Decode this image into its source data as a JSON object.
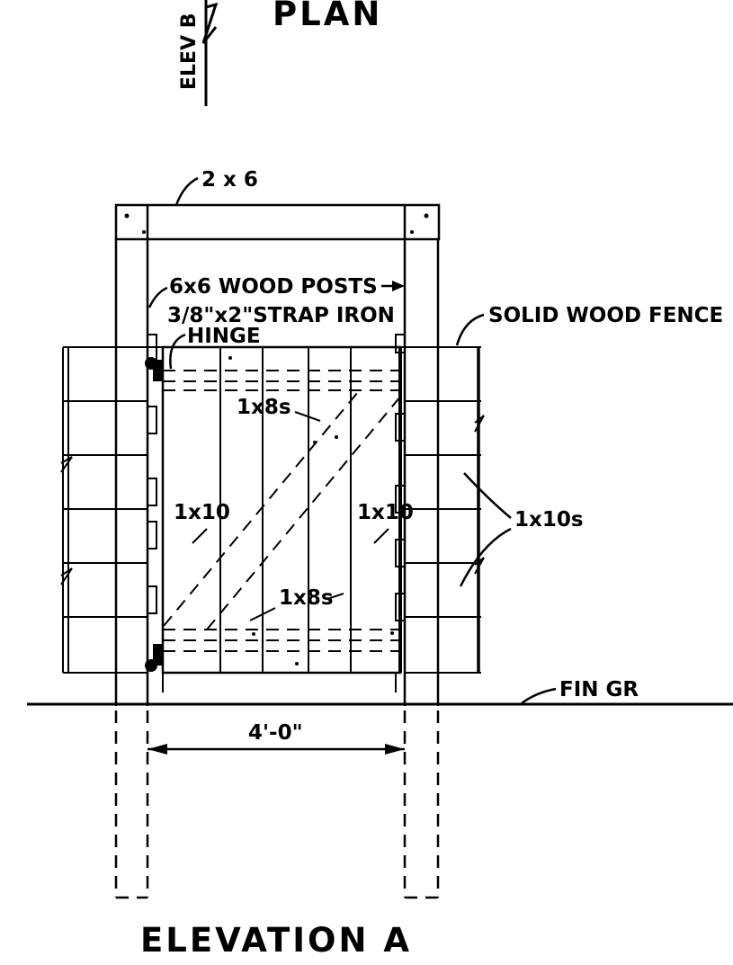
{
  "drawing": {
    "plan_heading": "PLAN",
    "section_marker": "ELEV B",
    "elevation_heading": "ELEVATION A"
  },
  "labels": {
    "top_rail": "2 x 6",
    "posts": "6x6 WOOD POSTS",
    "strap": "3/8\"x2\"STRAP IRON",
    "hinge": "HINGE",
    "fence": "SOLID WOOD FENCE",
    "boards_left": "1x10",
    "boards_right": "1x10",
    "brace_top": "1x8s",
    "brace_bottom": "1x8s",
    "fence_boards": "1x10s",
    "grade": "FIN GR",
    "gate_width": "4'-0\""
  }
}
